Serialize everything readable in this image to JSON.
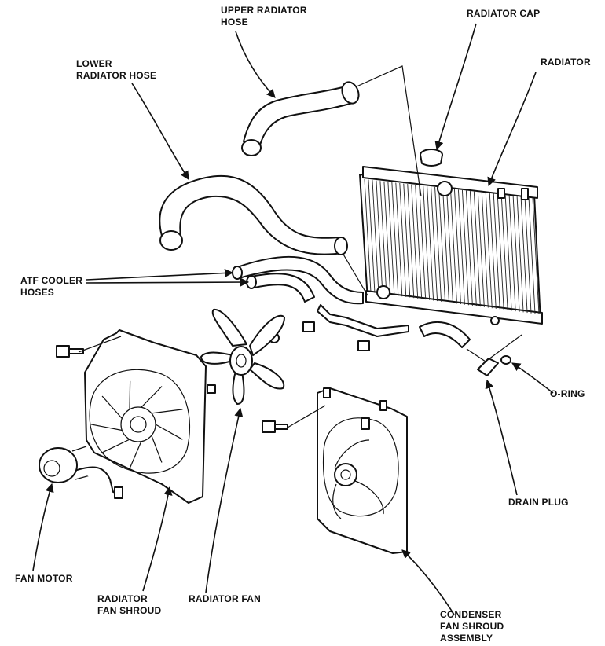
{
  "labels": {
    "upper_radiator_hose": [
      "UPPER RADIATOR",
      "HOSE"
    ],
    "radiator_cap": [
      "RADIATOR CAP"
    ],
    "radiator": [
      "RADIATOR"
    ],
    "lower_radiator_hose": [
      "LOWER",
      "RADIATOR HOSE"
    ],
    "atf_cooler_hoses": [
      "ATF COOLER",
      "HOSES"
    ],
    "o_ring": [
      "O-RING"
    ],
    "drain_plug": [
      "DRAIN PLUG"
    ],
    "fan_motor": [
      "FAN MOTOR"
    ],
    "radiator_fan_shroud": [
      "RADIATOR",
      "FAN SHROUD"
    ],
    "radiator_fan": [
      "RADIATOR FAN"
    ],
    "condenser_fan_shroud_assembly": [
      "CONDENSER",
      "FAN SHROUD",
      "ASSEMBLY"
    ]
  }
}
